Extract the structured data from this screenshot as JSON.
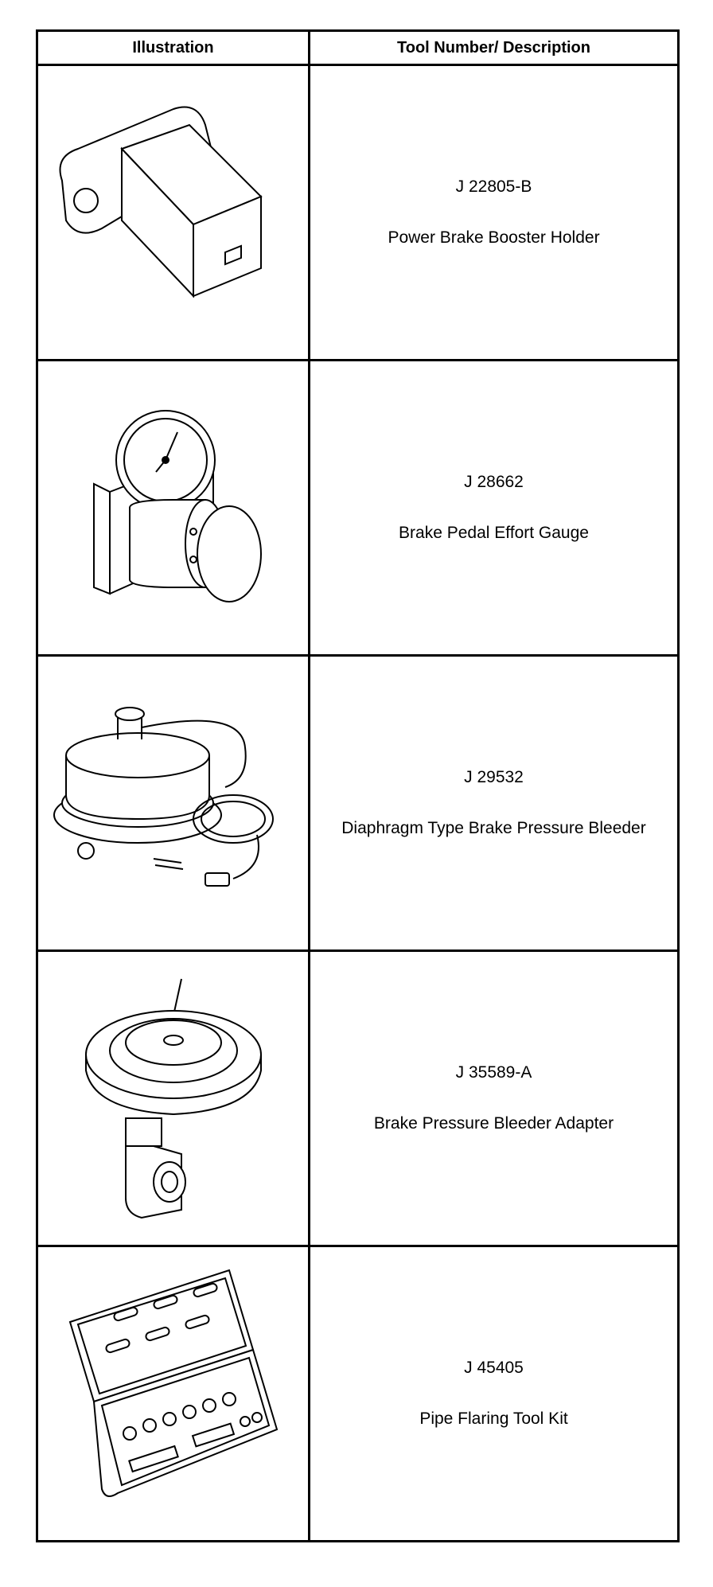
{
  "table": {
    "headers": [
      "Illustration",
      "Tool Number/ Description"
    ],
    "rows": [
      {
        "number": "J 22805-B",
        "description": "Power Brake Booster Holder",
        "icon": "brake-booster-holder-illustration"
      },
      {
        "number": "J 28662",
        "description": "Brake Pedal Effort Gauge",
        "icon": "pedal-effort-gauge-illustration"
      },
      {
        "number": "J 29532",
        "description": "Diaphragm Type Brake Pressure Bleeder",
        "icon": "pressure-bleeder-illustration"
      },
      {
        "number": "J 35589-A",
        "description": "Brake Pressure Bleeder Adapter",
        "icon": "bleeder-adapter-illustration"
      },
      {
        "number": "J 45405",
        "description": "Pipe Flaring Tool Kit",
        "icon": "flaring-tool-kit-illustration"
      }
    ]
  }
}
